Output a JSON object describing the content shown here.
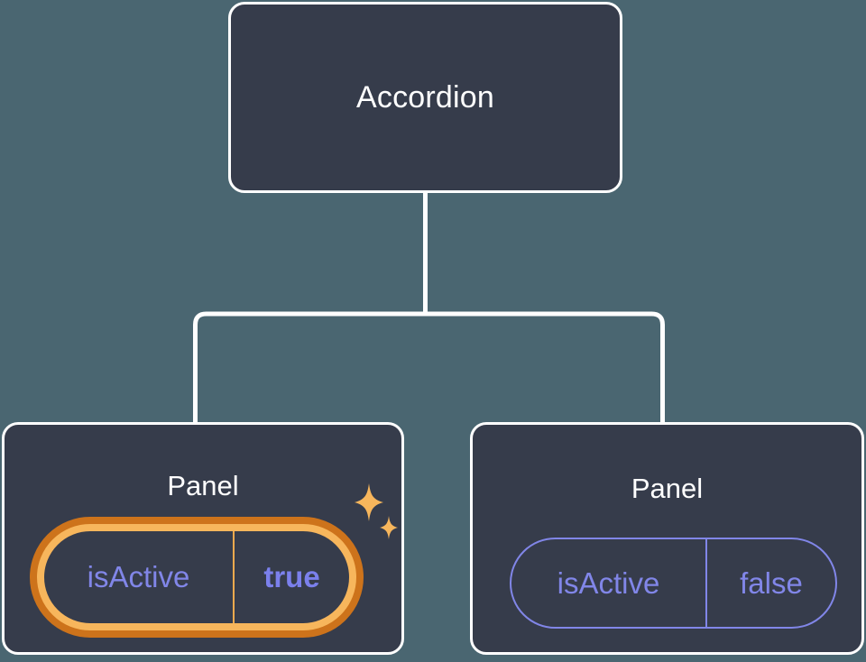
{
  "diagram": {
    "type": "component-tree",
    "title_node": {
      "label": "Accordion"
    },
    "children": [
      {
        "label": "Panel",
        "highlighted": true,
        "prop": {
          "key": "isActive",
          "value": "true"
        },
        "decoration": "sparkles-icon"
      },
      {
        "label": "Panel",
        "highlighted": false,
        "prop": {
          "key": "isActive",
          "value": "false"
        }
      }
    ],
    "edges": [
      {
        "from": "Accordion",
        "to": "Panel-left"
      },
      {
        "from": "Accordion",
        "to": "Panel-right"
      }
    ]
  },
  "colors": {
    "background": "#4a6671",
    "node_fill": "#363c4b",
    "node_border": "#ffffff",
    "node_text": "#ffffff",
    "prop_text": "#8186e8",
    "highlight_outer": "#cd731b",
    "highlight_inner": "#f7b65c",
    "sparkle": "#f7b65c"
  }
}
